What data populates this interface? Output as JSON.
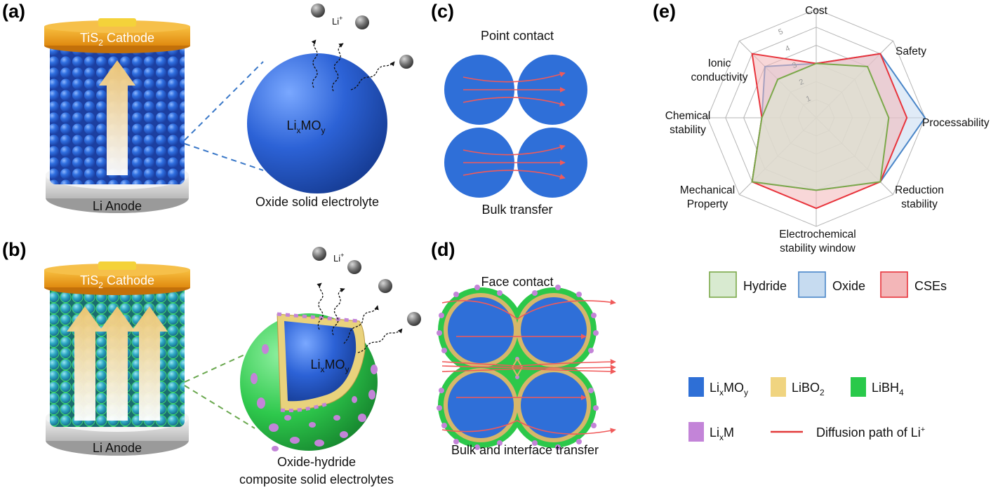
{
  "panels": {
    "a": {
      "letter": "(a)",
      "cathode_label": "TiS",
      "cathode_sub": "2",
      "cathode_rest": " Cathode",
      "anode_label": "Li Anode"
    },
    "a_particle": {
      "core_main": "Li",
      "core_sub1": "x",
      "core_mid": "MO",
      "core_sub2": "y",
      "ion": "Li",
      "ion_sup": "+",
      "caption": "Oxide solid electrolyte"
    },
    "b": {
      "letter": "(b)",
      "cathode_label": "TiS",
      "cathode_sub": "2",
      "cathode_rest": " Cathode",
      "anode_label": "Li Anode"
    },
    "b_particle": {
      "core_main": "Li",
      "core_sub1": "x",
      "core_mid": "MO",
      "core_sub2": "y",
      "ion": "Li",
      "ion_sup": "+",
      "caption_line1": "Oxide-hydride",
      "caption_line2": "composite solid electrolytes"
    },
    "c": {
      "letter": "(c)",
      "top_label": "Point contact",
      "bottom_label": "Bulk transfer"
    },
    "d": {
      "letter": "(d)",
      "top_label": "Face contact",
      "bottom_label": "Bulk and interface transfer"
    },
    "e": {
      "letter": "(e)"
    }
  },
  "chart_data": {
    "type": "radar",
    "axes": [
      "Cost",
      "Safety",
      "Processability",
      "Reduction stability",
      "Electrochemical stability window",
      "Mechanical Property",
      "Chemical stability",
      "Ionic conductivity"
    ],
    "axis_label_lines": [
      [
        "Cost"
      ],
      [
        "Safety"
      ],
      [
        "Processability"
      ],
      [
        "Reduction",
        "stability"
      ],
      [
        "Electrochemical",
        "stability window"
      ],
      [
        "Mechanical",
        "Property"
      ],
      [
        "Chemical",
        "stability"
      ],
      [
        "Ionic",
        "conductivity"
      ]
    ],
    "range": [
      0,
      6
    ],
    "ticks": [
      1,
      2,
      3,
      4,
      5
    ],
    "tick_labels": [
      "1",
      "2",
      "3",
      "4",
      "5"
    ],
    "series": [
      {
        "name": "Hydride",
        "values": [
          3,
          4,
          4,
          5,
          4,
          5,
          3,
          3
        ],
        "color": "#7ba84a",
        "fill": "#d8ead0"
      },
      {
        "name": "Oxide",
        "values": [
          3,
          5,
          6,
          5,
          4,
          5,
          3,
          4
        ],
        "color": "#4a86c8",
        "fill": "#c6dbf0"
      },
      {
        "name": "CSEs",
        "values": [
          3,
          5,
          5,
          5,
          5,
          5,
          3,
          5
        ],
        "color": "#e8343c",
        "fill": "#f3b6b8"
      }
    ],
    "grid": true
  },
  "legend_materials": [
    {
      "main": "Li",
      "sub1": "x",
      "mid": "MO",
      "sub2": "y",
      "color": "#2e6fd6"
    },
    {
      "main": "LiBO",
      "sub1": "2",
      "mid": "",
      "sub2": "",
      "color": "#f0d480"
    },
    {
      "main": "LiBH",
      "sub1": "4",
      "mid": "",
      "sub2": "",
      "color": "#29c94a"
    },
    {
      "main": "Li",
      "sub1": "x",
      "mid": "M",
      "sub2": "",
      "color": "#c384d8"
    }
  ],
  "legend_path": {
    "label": "Diffusion path of Li",
    "sup": "+",
    "color": "#e23a3a"
  },
  "colors": {
    "blue": "#2f6fd8",
    "teal": "#28a9bf",
    "gold": "#f0a81e",
    "red": "#f05a5a",
    "green": "#2cc84a",
    "tan": "#d6b76a",
    "purple": "#c383d6"
  }
}
